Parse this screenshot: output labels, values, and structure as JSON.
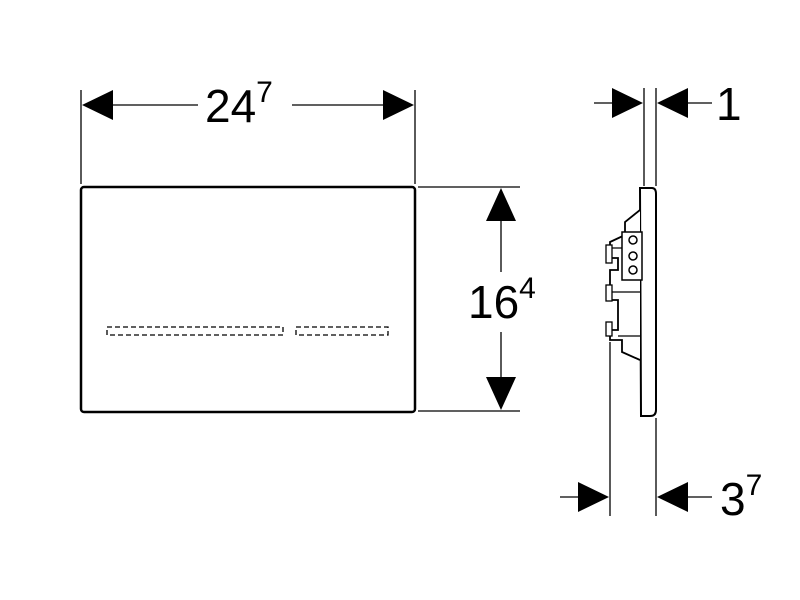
{
  "drawing": {
    "front_view": {
      "width_label": {
        "main": "24",
        "sup": "7"
      },
      "height_label": {
        "main": "16",
        "sup": "4"
      }
    },
    "side_view": {
      "top_label": {
        "main": "1",
        "sup": ""
      },
      "bottom_label": {
        "main": "3",
        "sup": "7"
      }
    },
    "line_color": "#000000",
    "background_color": "#ffffff"
  }
}
